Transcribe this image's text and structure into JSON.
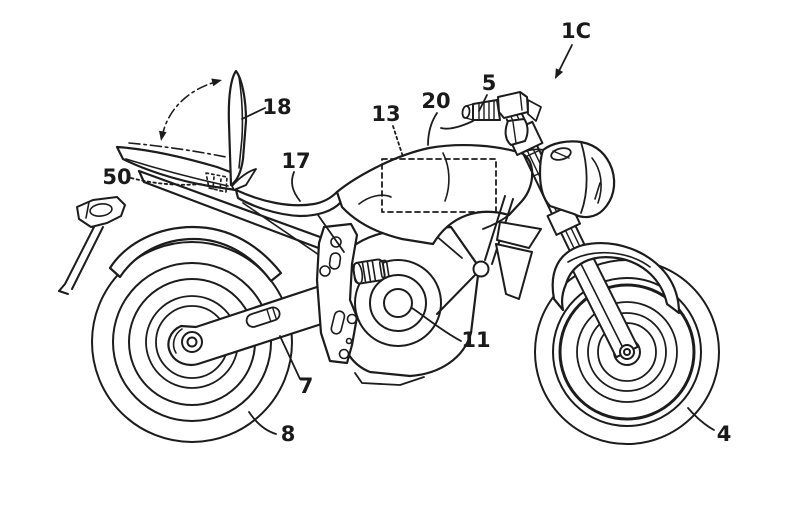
{
  "figure": {
    "colors": {
      "background": "#ffffff",
      "ink": "#1c1c1c"
    }
  },
  "labels": [
    {
      "id": "1C",
      "text": "1C"
    },
    {
      "id": "5",
      "text": "5"
    },
    {
      "id": "20",
      "text": "20"
    },
    {
      "id": "13",
      "text": "13"
    },
    {
      "id": "18",
      "text": "18"
    },
    {
      "id": "17",
      "text": "17"
    },
    {
      "id": "50",
      "text": "50"
    },
    {
      "id": "11",
      "text": "11"
    },
    {
      "id": "7",
      "text": "7"
    },
    {
      "id": "8",
      "text": "8"
    },
    {
      "id": "4",
      "text": "4"
    }
  ]
}
